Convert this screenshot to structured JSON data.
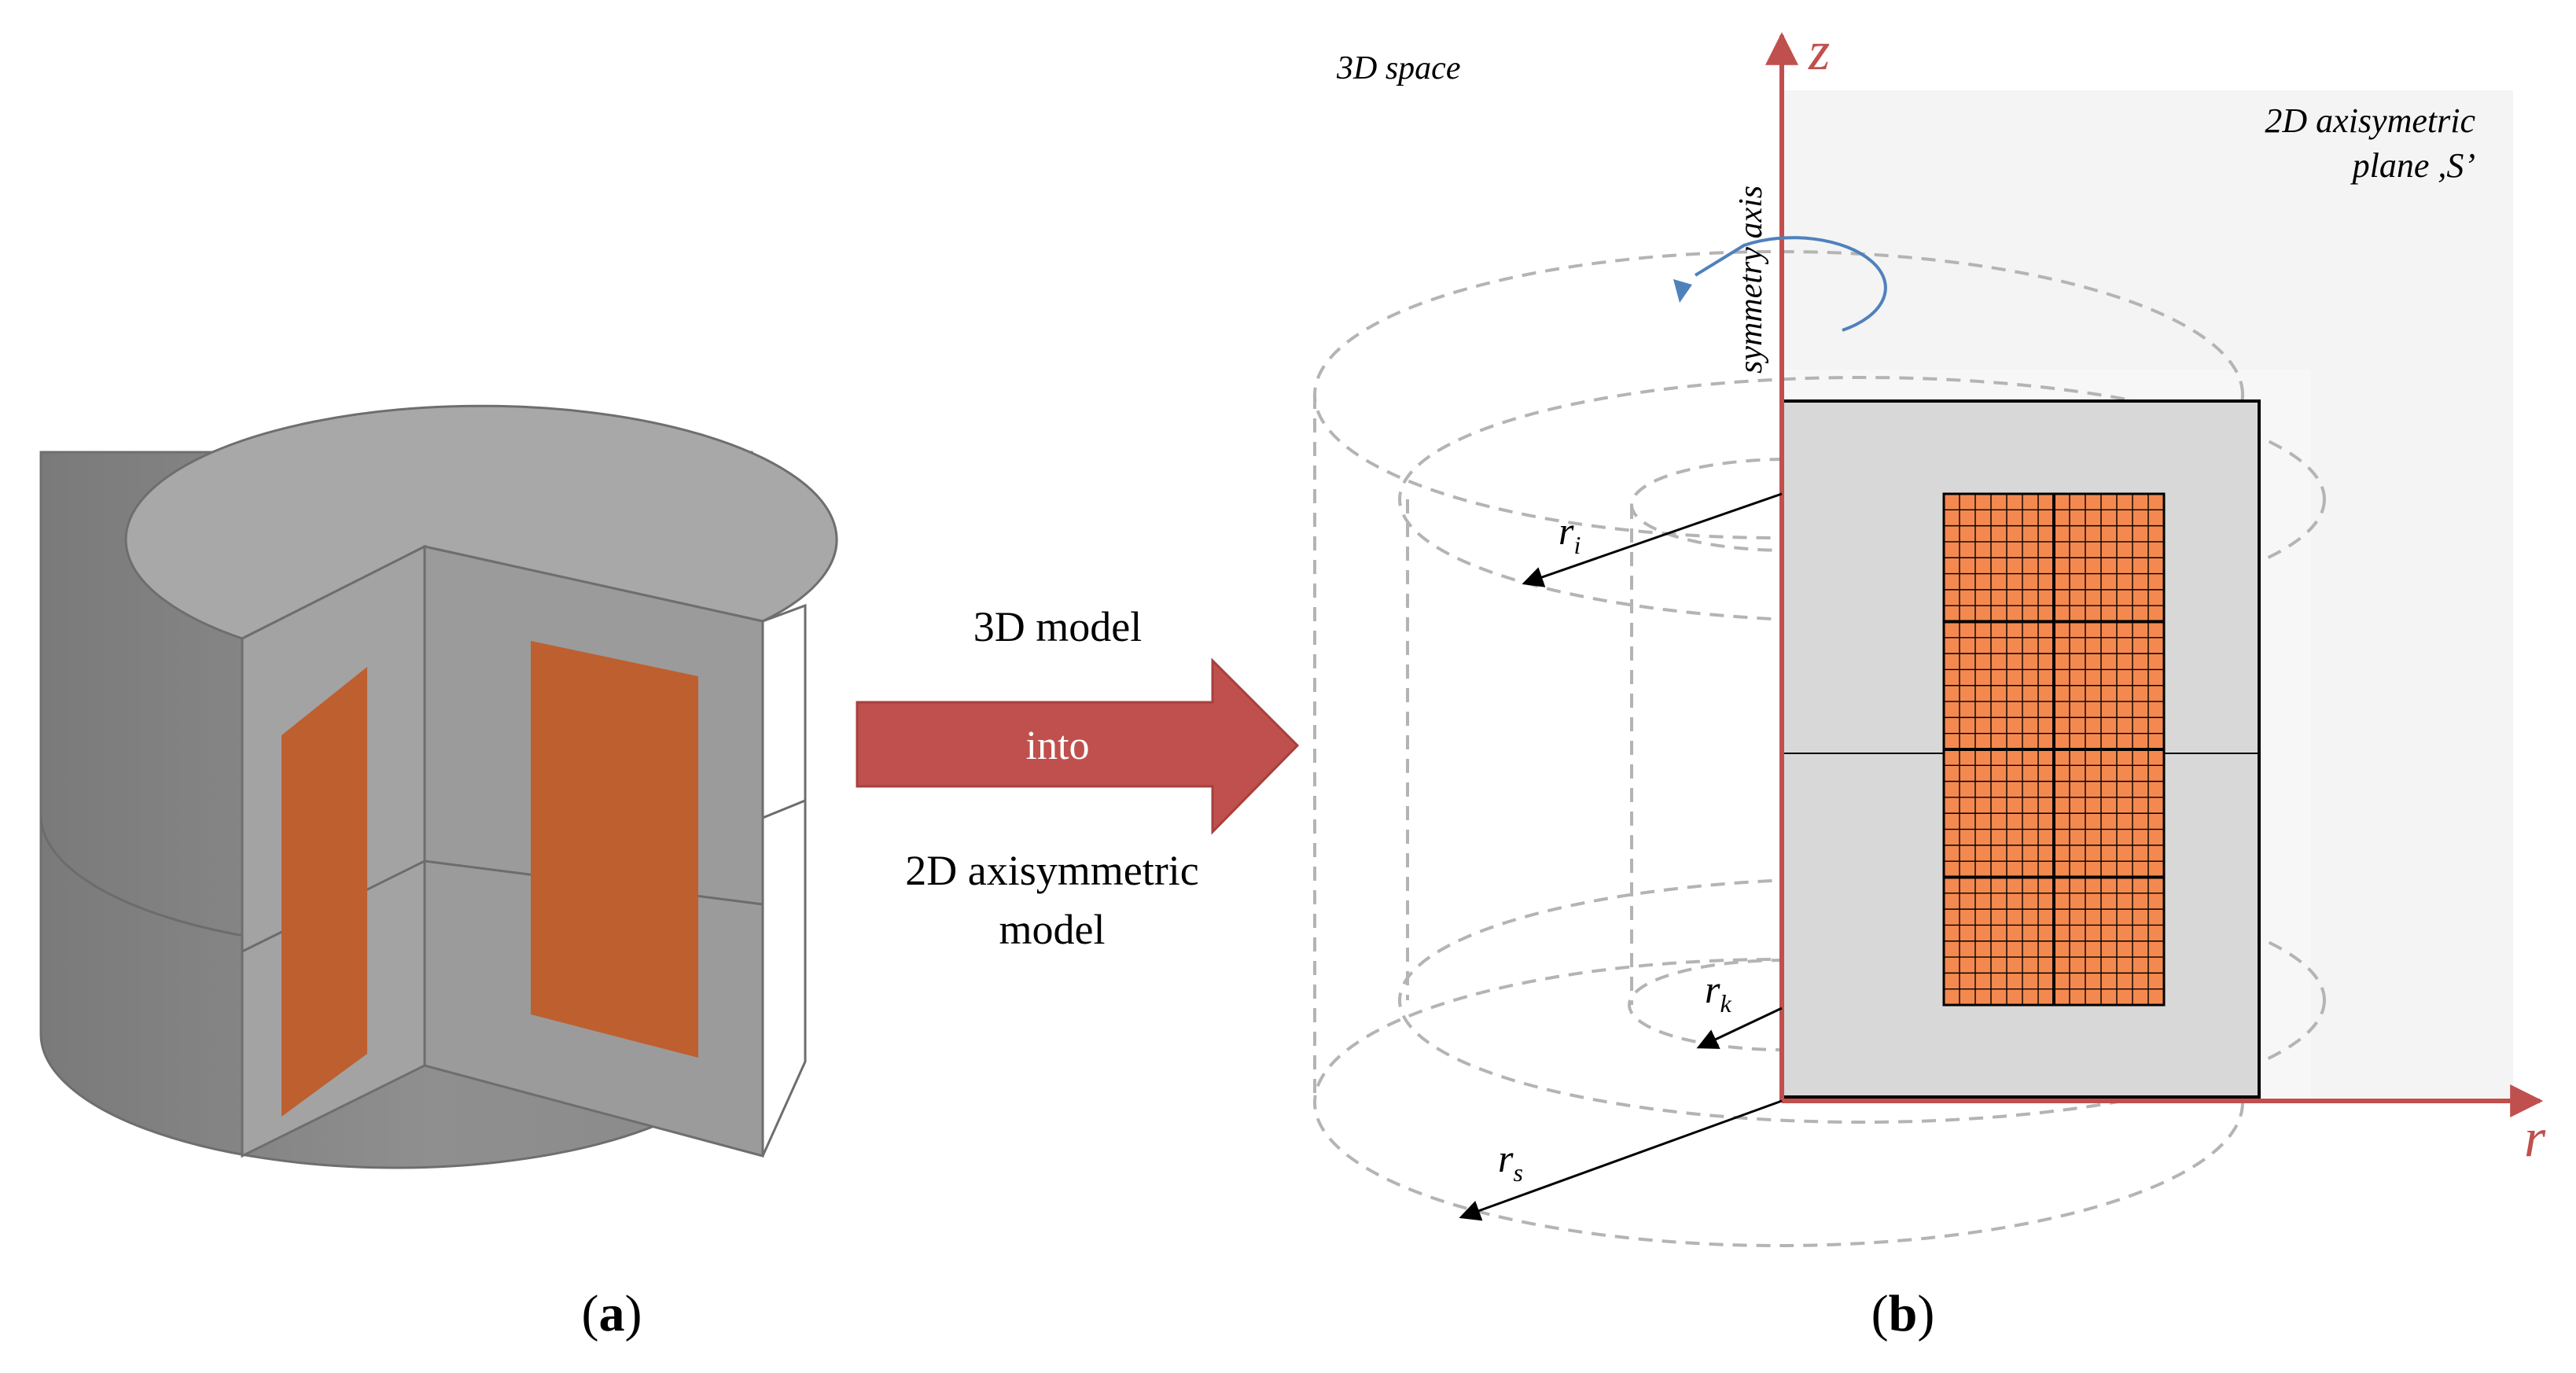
{
  "colors": {
    "coil_face": "#BE5F30",
    "mesh_fill": "#F4894F",
    "axis_red": "#C0504D",
    "arrow_fill": "#C0504D",
    "rotation_blue": "#4F81BD",
    "core_gray": "#D8D8D8",
    "plane_bg": "#F5F5F5",
    "cylinder_top": "#A6A6A6",
    "cylinder_side": "#8C8C8C",
    "dashed_gray": "#B4B4B4"
  },
  "panel_a": {
    "label_open": "(",
    "label_letter": "a",
    "label_close": ")"
  },
  "transform_arrow": {
    "label_top": "3D model",
    "label_in_arrow": "into",
    "label_bottom_line1": "2D axisymmetric",
    "label_bottom_line2": "model"
  },
  "panel_b": {
    "label_open": "(",
    "label_letter": "b",
    "label_close": ")",
    "space_label": "3D space",
    "plane_label_line1": "2D axisymetric",
    "plane_label_line2": "plane ,S’",
    "symmetry_axis_label": "symmetry axis",
    "z_axis_label": "z",
    "r_axis_label": "r",
    "radius_i": {
      "base": "r",
      "sub": "i"
    },
    "radius_k": {
      "base": "r",
      "sub": "k"
    },
    "radius_s": {
      "base": "r",
      "sub": "s"
    }
  }
}
